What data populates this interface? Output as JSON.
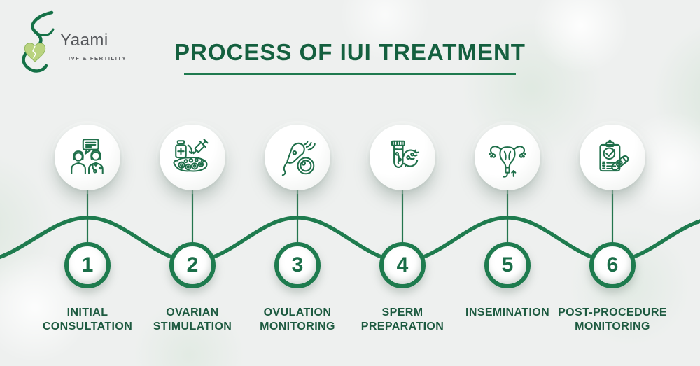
{
  "logo": {
    "brand": "Yaami",
    "tagline": "IVF & FERTILITY"
  },
  "header": {
    "title": "PROCESS OF IUI TREATMENT"
  },
  "steps": [
    {
      "number": "1",
      "line1": "INITIAL",
      "line2": "CONSULTATION",
      "icon": "consultation-icon"
    },
    {
      "number": "2",
      "line1": "OVARIAN",
      "line2": "STIMULATION",
      "icon": "ovarian-stimulation-icon"
    },
    {
      "number": "3",
      "line1": "OVULATION",
      "line2": "MONITORING",
      "icon": "ovulation-monitoring-icon"
    },
    {
      "number": "4",
      "line1": "SPERM",
      "line2": "PREPARATION",
      "icon": "sperm-preparation-icon"
    },
    {
      "number": "5",
      "line1": "INSEMINATION",
      "line2": "",
      "icon": "insemination-icon"
    },
    {
      "number": "6",
      "line1": "POST-PROCEDURE",
      "line2": "MONITORING",
      "icon": "post-procedure-monitoring-icon"
    }
  ],
  "colors": {
    "accent_green": "#1e7b4e",
    "title_green": "#14603f",
    "label_green": "#1d5a40",
    "icon_stroke_green": "#1f6f4a",
    "logo_gray": "#54565a",
    "heart_green": "#b9d37f",
    "background": "#eef0ef"
  }
}
